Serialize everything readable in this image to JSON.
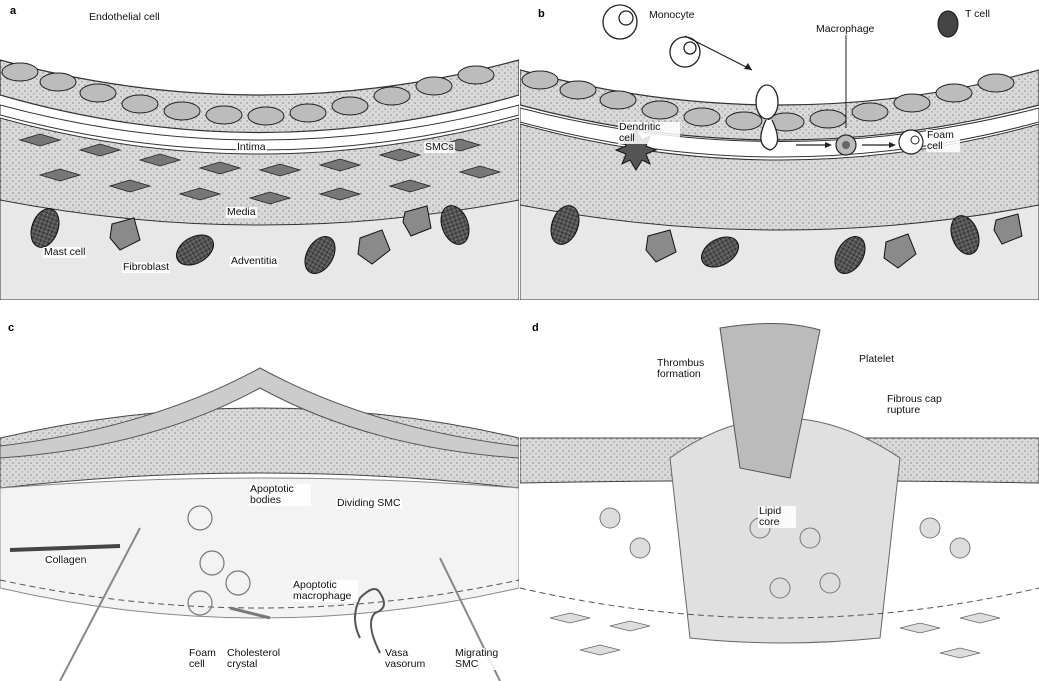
{
  "panels": [
    {
      "id": "a",
      "label": "a",
      "callouts": {
        "endothelial_cell": "Endothelial cell",
        "intima": "Intima",
        "smcs": "SMCs",
        "media": "Media",
        "mast_cell": "Mast cell",
        "fibroblast": "Fibroblast",
        "adventitia": "Adventitia"
      }
    },
    {
      "id": "b",
      "label": "b",
      "callouts": {
        "monocyte": "Monocyte",
        "macrophage": "Macrophage",
        "t_cell": "T cell",
        "dendritic_cell": "Dendritic cell",
        "foam_cell": "Foam cell"
      }
    },
    {
      "id": "c",
      "label": "c",
      "callouts": {
        "apoptotic_bodies": "Apoptotic bodies",
        "dividing_smc": "Dividing SMC",
        "collagen": "Collagen",
        "apoptotic_macrophage": "Apoptotic macrophage",
        "foam_cell": "Foam cell",
        "cholesterol_crystal": "Cholesterol crystal",
        "vasa_vasorum": "Vasa vasorum",
        "migrating_smc": "Migrating SMC"
      }
    },
    {
      "id": "d",
      "label": "d",
      "callouts": {
        "thrombus_formation": "Thrombus formation",
        "platelet": "Platelet",
        "fibrous_cap_rupture": "Fibrous cap rupture",
        "lipid_core": "Lipid core"
      }
    }
  ]
}
